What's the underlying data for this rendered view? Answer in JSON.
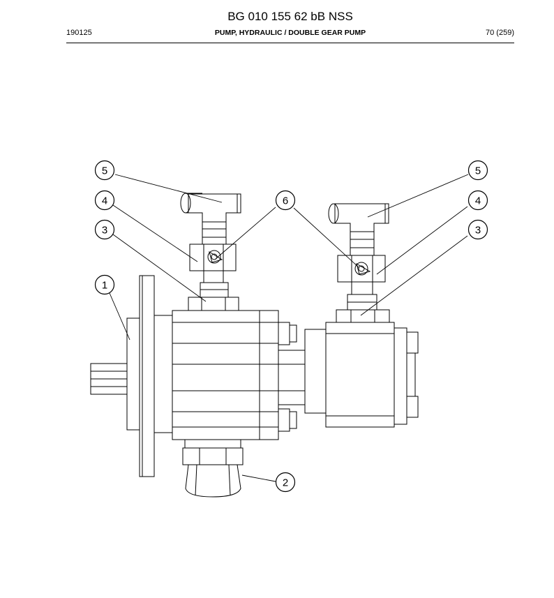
{
  "header": {
    "doc_title": "BG 010 155 62 bB NSS",
    "doc_number": "190125",
    "section_title": "PUMP, HYDRAULIC / DOUBLE GEAR PUMP",
    "page": "70 (259)"
  },
  "drawing": {
    "callouts": [
      "1",
      "2",
      "3",
      "3",
      "4",
      "4",
      "5",
      "5",
      "6"
    ]
  }
}
